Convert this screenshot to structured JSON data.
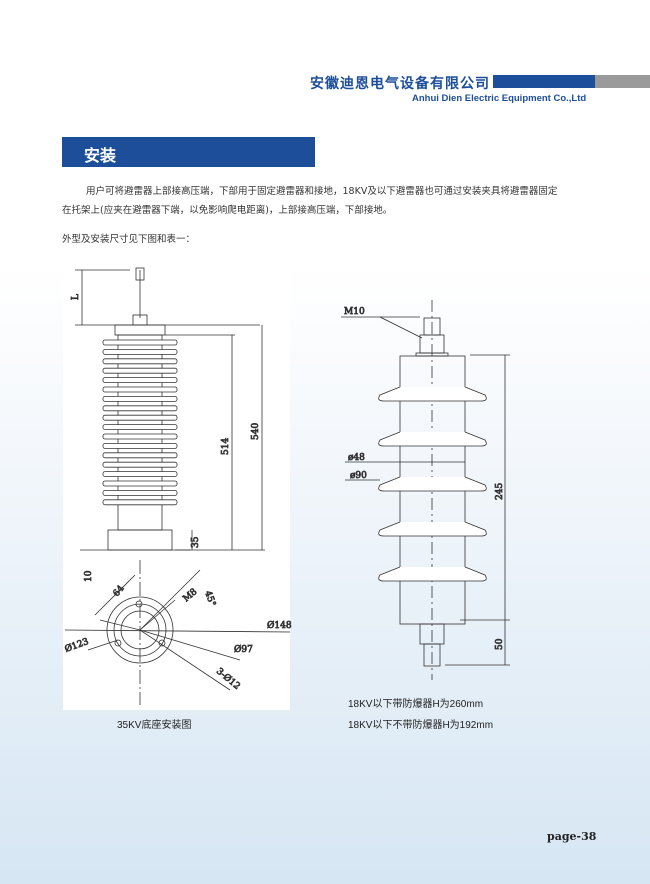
{
  "header": {
    "company_cn": "安徽迪恩电气设备有限公司",
    "company_en": "Anhui Dien Electric Equipment Co.,Ltd"
  },
  "section_title": "安装",
  "body": {
    "para1_line1": "用户可将避雷器上部接高压端，下部用于固定避雷器和接地，18KV及以下避雷器也可通过安装夹具将避雷器固定",
    "para1_line2": "在托架上(应夹在避雷器下端，以免影响爬电距离)，上部接高压端，下部接地。",
    "para2": "外型及安装尺寸见下图和表一："
  },
  "left_drawing": {
    "dim_L": "L",
    "dim_514": "514",
    "dim_540": "540",
    "dim_35": "35",
    "dim_10": "10",
    "dim_64": "64",
    "dim_M8": "M8",
    "dim_45": "45°",
    "dim_148": "Ø148",
    "dim_123": "Ø123",
    "dim_97": "Ø97",
    "dim_holes": "3-Ø12",
    "caption": "35KV底座安装图"
  },
  "right_drawing": {
    "dim_M10": "M10",
    "dim_48": "ø48",
    "dim_90": "ø90",
    "dim_245": "245",
    "dim_50": "50",
    "caption1": "18KV以下带防爆器H为260mm",
    "caption2": "18KV以下不带防爆器H为192mm"
  },
  "page_number": "page-38"
}
